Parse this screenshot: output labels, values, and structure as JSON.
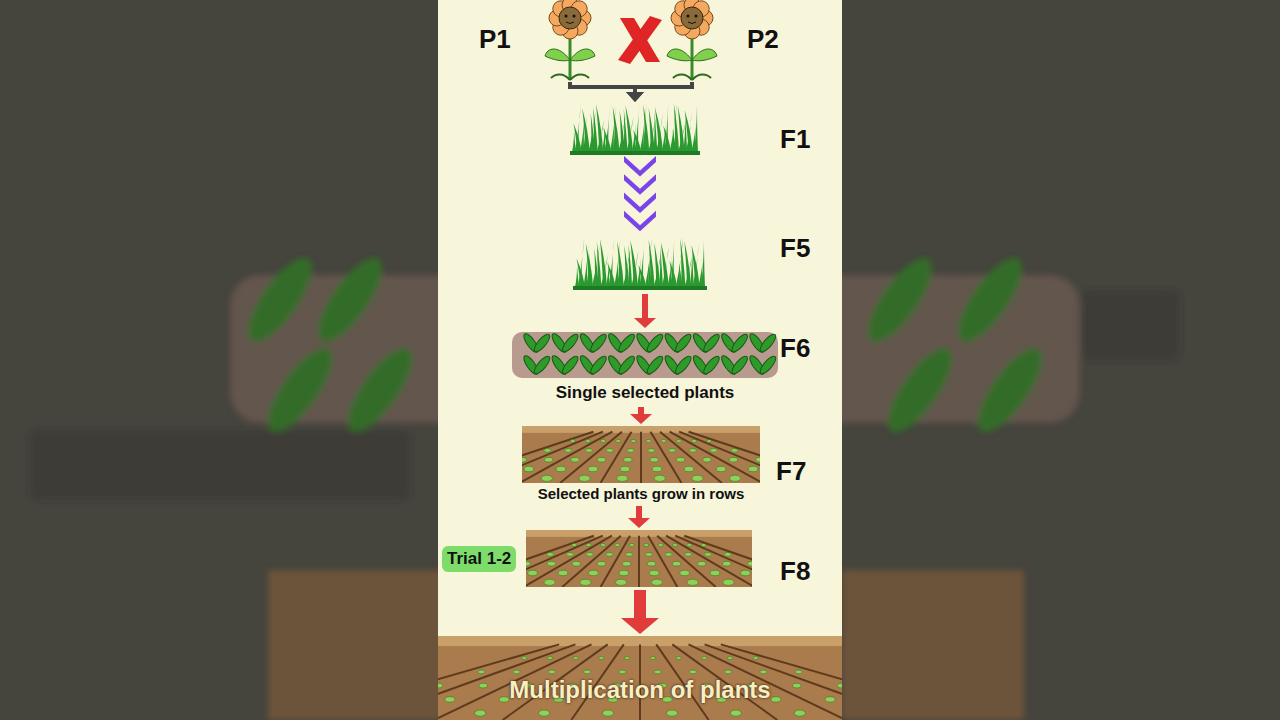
{
  "diagram": {
    "nodes": [
      {
        "text": [
          "P1"
        ]
      },
      {
        "text": [
          "P2"
        ]
      },
      {
        "text": [
          "F1"
        ]
      },
      {
        "text": [
          "F5"
        ]
      },
      {
        "text": [
          "F6",
          "Single selected plants"
        ]
      },
      {
        "text": [
          "Selected plants grow in rows",
          "F7"
        ]
      },
      {
        "text": [
          "Trial 1-2"
        ]
      },
      {
        "text": [
          "F8"
        ]
      },
      {
        "text": [
          "Multiplication of plants"
        ]
      }
    ],
    "edges": [
      {
        "from": 0,
        "to": 2,
        "arrow": "to"
      },
      {
        "from": 1,
        "to": 2,
        "arrow": "to"
      },
      {
        "from": 2,
        "to": 3,
        "arrow": "to"
      },
      {
        "from": 3,
        "to": 4,
        "arrow": "to"
      },
      {
        "from": 4,
        "to": 5,
        "arrow": "to"
      },
      {
        "from": 5,
        "to": 7,
        "arrow": "to"
      },
      {
        "from": 7,
        "to": 8,
        "arrow": "to"
      }
    ]
  }
}
